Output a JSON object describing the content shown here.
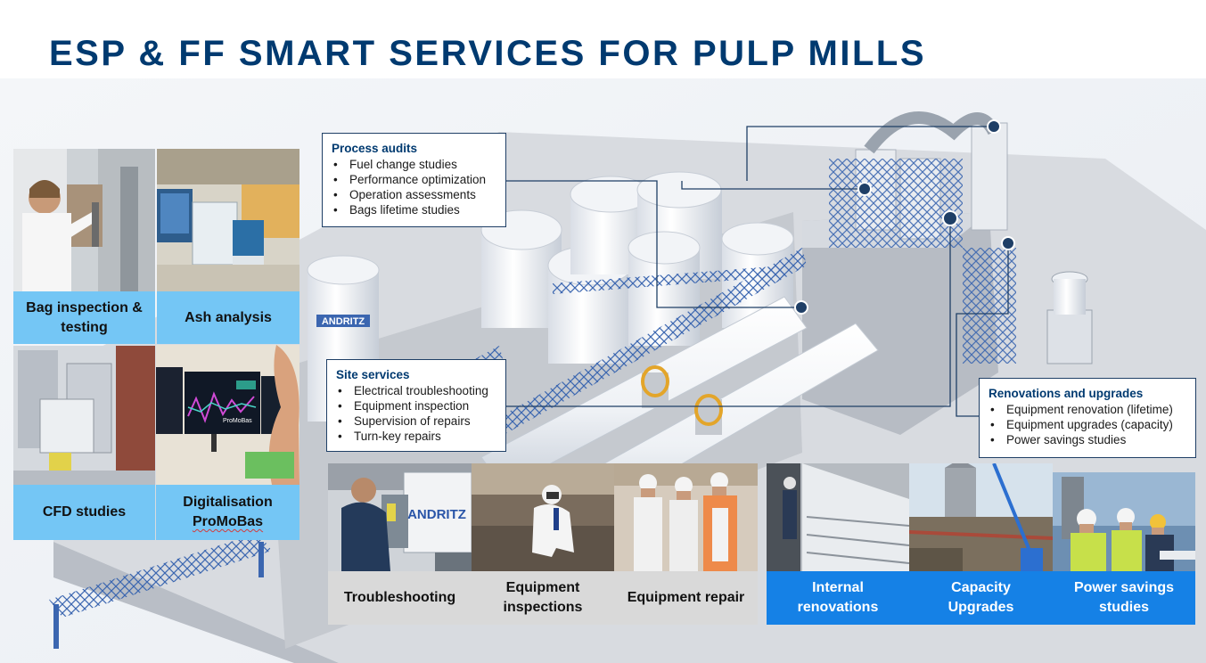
{
  "title": "ESP & FF SMART SERVICES FOR PULP MILLS",
  "callouts": {
    "process_audits": {
      "heading": "Process audits",
      "items": [
        "Fuel change studies",
        "Performance optimization",
        "Operation assessments",
        "Bags lifetime studies"
      ]
    },
    "site_services": {
      "heading": "Site services",
      "items": [
        "Electrical troubleshooting",
        "Equipment inspection",
        "Supervision of repairs",
        "Turn-key repairs"
      ]
    },
    "renovations": {
      "heading": "Renovations and upgrades",
      "items": [
        "Equipment renovation (lifetime)",
        "Equipment upgrades (capacity)",
        "Power savings studies"
      ]
    }
  },
  "left_tiles": [
    {
      "label_line1": "Bag inspection &",
      "label_line2": "testing"
    },
    {
      "label_line1": "Ash analysis",
      "label_line2": ""
    },
    {
      "label_line1": "CFD studies",
      "label_line2": ""
    },
    {
      "label_line1": "Digitalisation",
      "label_line2": "ProMoBas"
    }
  ],
  "bottom_grey_tiles": [
    {
      "label_line1": "Troubleshooting",
      "label_line2": ""
    },
    {
      "label_line1": "Equipment",
      "label_line2": "inspections"
    },
    {
      "label_line1": "Equipment repair",
      "label_line2": ""
    }
  ],
  "bottom_blue_tiles": [
    {
      "label_line1": "Internal",
      "label_line2": "renovations"
    },
    {
      "label_line1": "Capacity",
      "label_line2": "Upgrades"
    },
    {
      "label_line1": "Power savings",
      "label_line2": "studies"
    }
  ],
  "photo_texts": {
    "andritz_panel": "ANDRITZ",
    "silo_logo": "ANDRITZ",
    "screen_text": "ProMoBas"
  },
  "colors": {
    "title": "#003a70",
    "light_blue_label": "#74c6f5",
    "grey_label": "#d9d9d9",
    "blue_label": "#1581e6",
    "steel_blue": "#3b66b0"
  }
}
